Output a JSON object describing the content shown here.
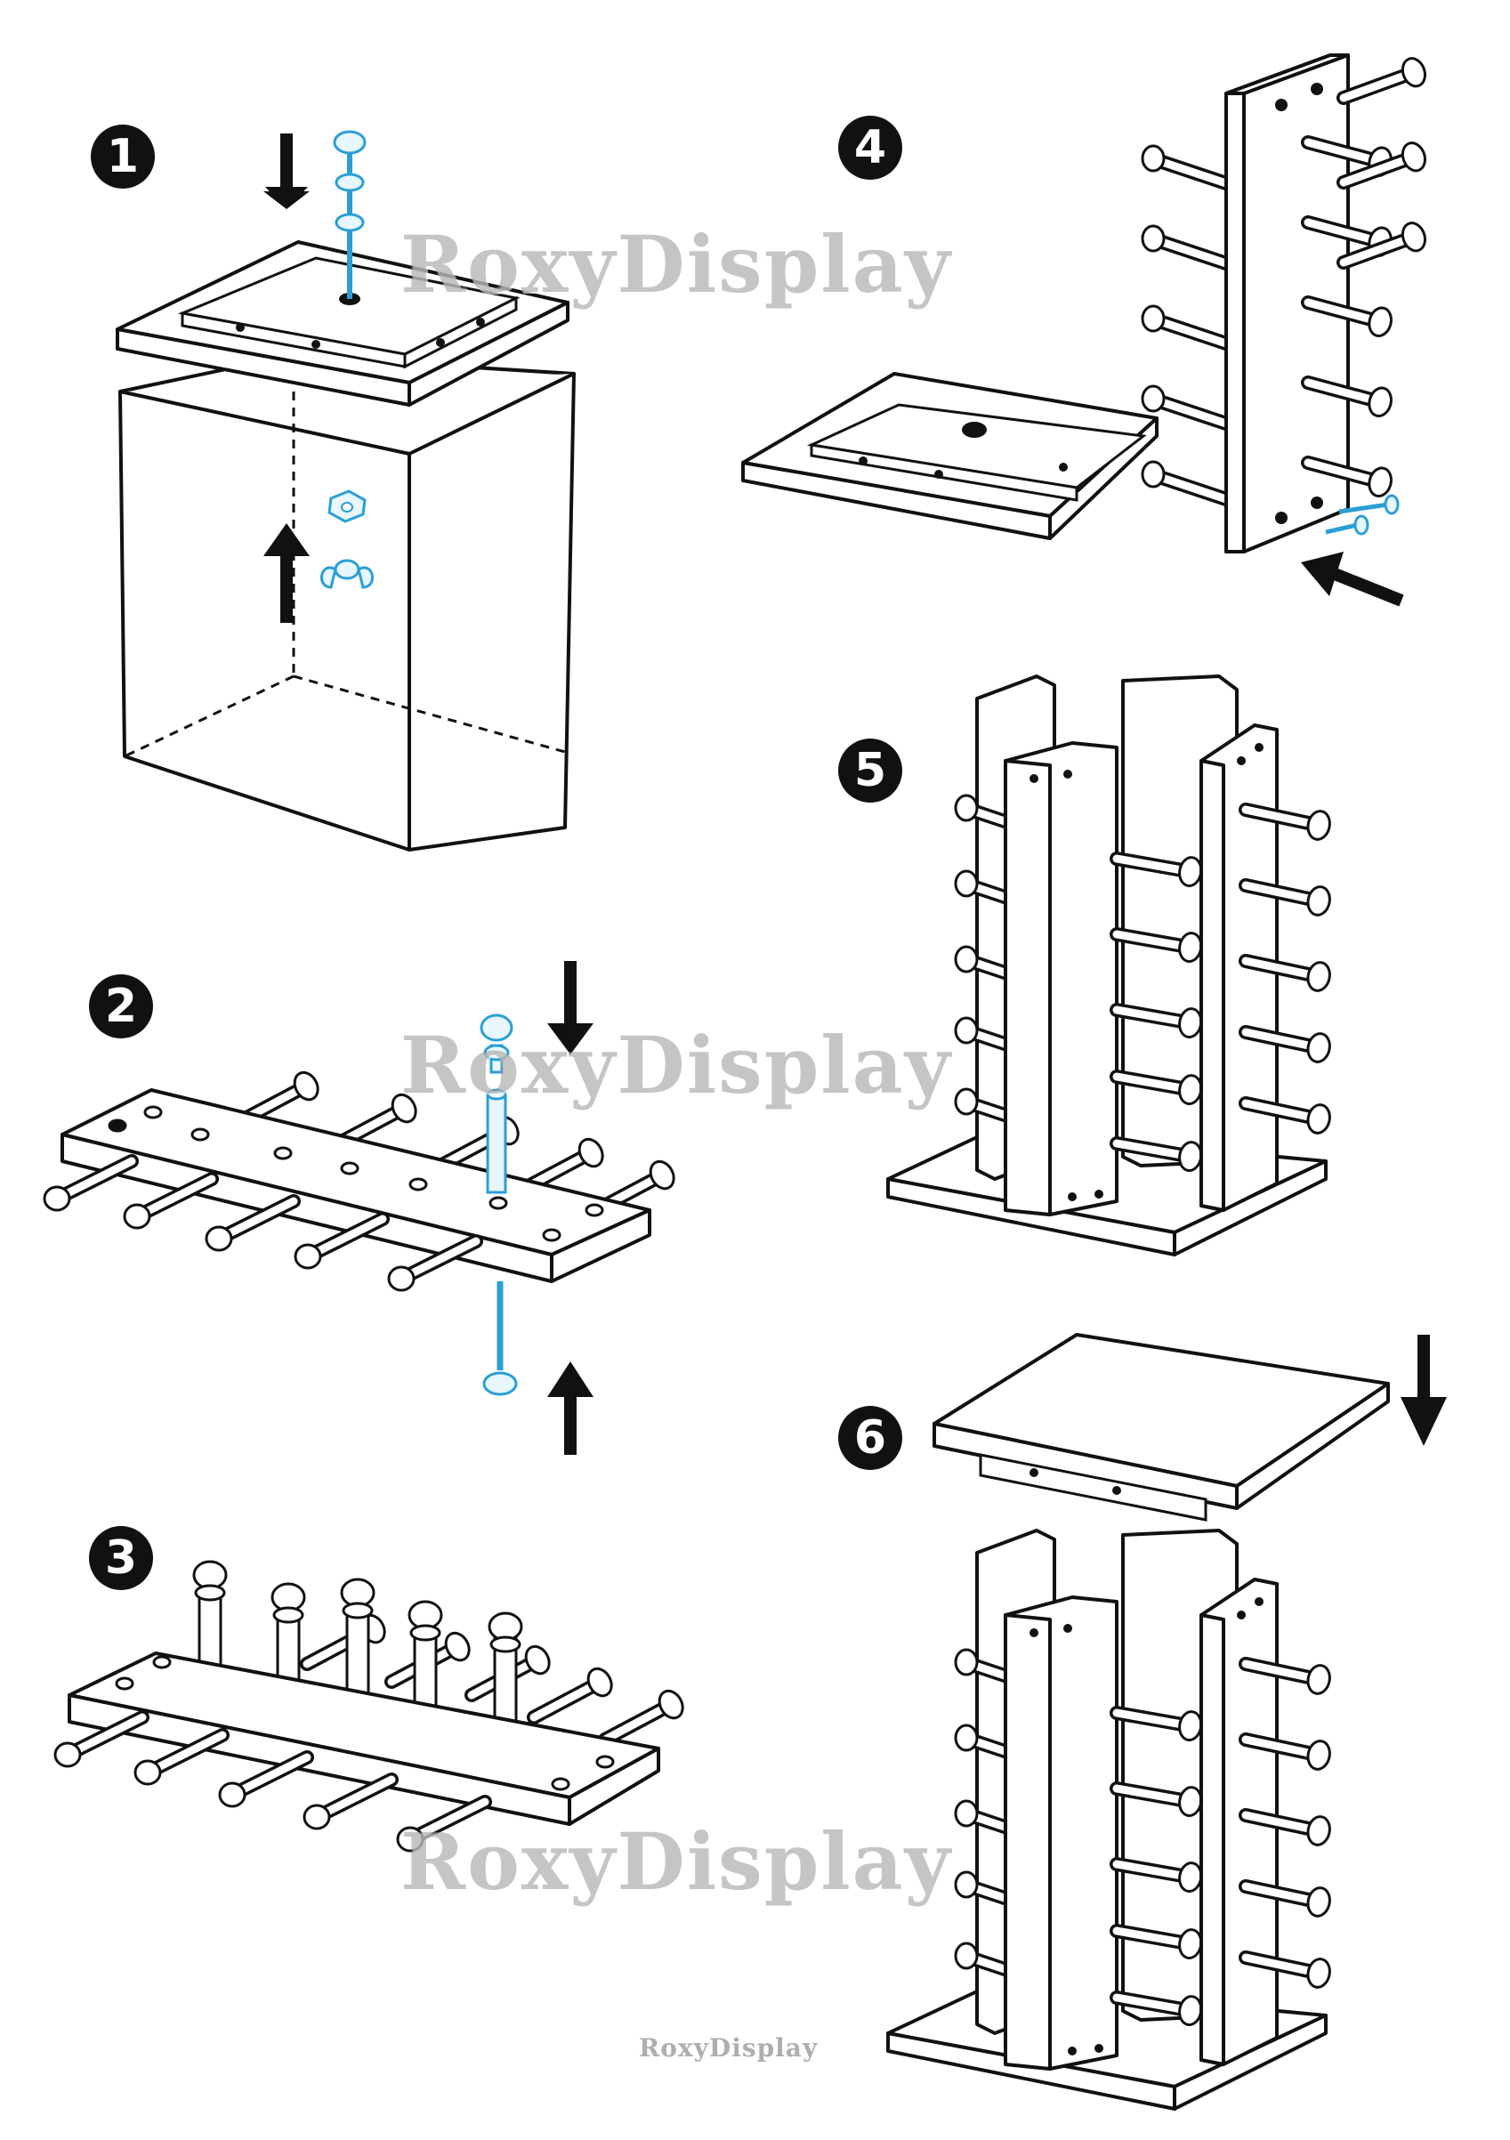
{
  "steps": [
    {
      "number": "1"
    },
    {
      "number": "2"
    },
    {
      "number": "3"
    },
    {
      "number": "4"
    },
    {
      "number": "5"
    },
    {
      "number": "6"
    }
  ],
  "watermark": {
    "text": "RoxyDisplay",
    "footer": "RoxyDisplay"
  },
  "colors": {
    "line": "#111111",
    "hardware": "#2a9fd6",
    "watermark": "#969696"
  }
}
